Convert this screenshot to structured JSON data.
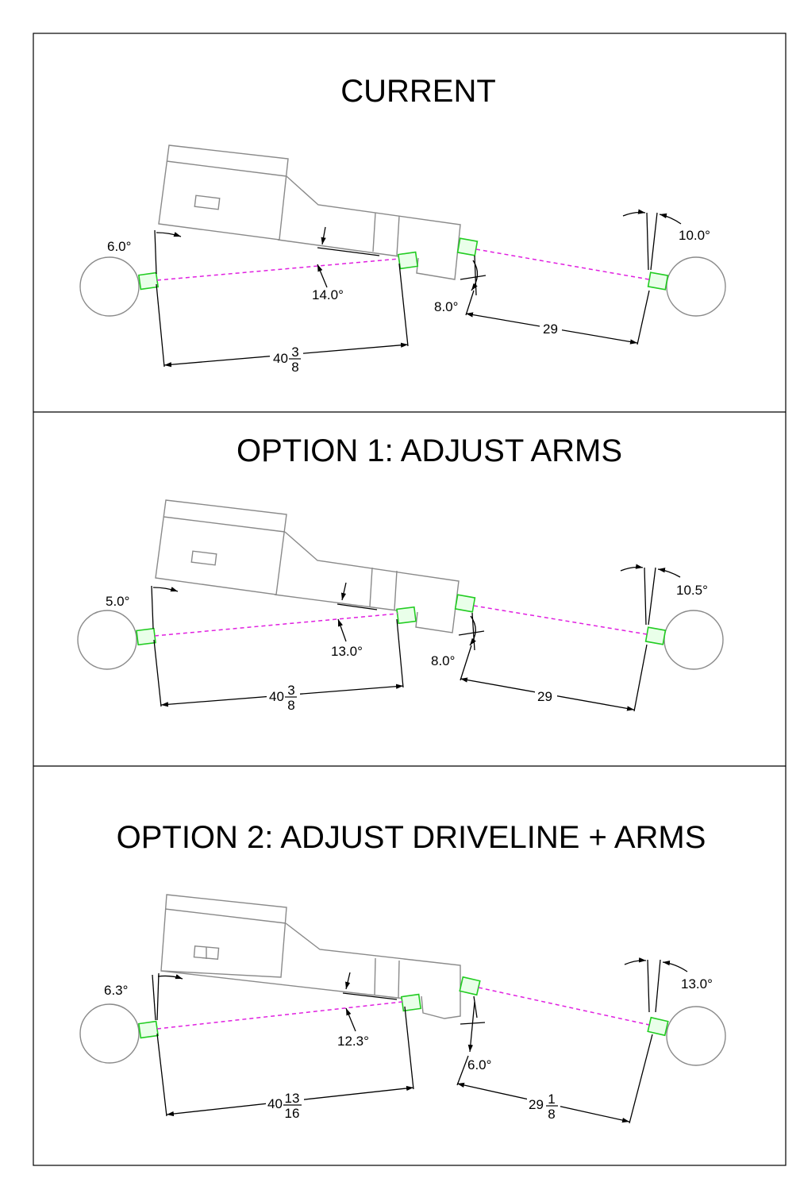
{
  "colors": {
    "driveshaft": "#e020e0",
    "u_joint": "#22cc22",
    "outline": "#8a8a8a",
    "dimension": "#000000"
  },
  "panels": [
    {
      "title": "CURRENT",
      "front_wheel_angle": "6.0°",
      "pinion_angle": "14.0°",
      "carrier_angle": "8.0°",
      "rear_wheel_angle": "10.0°",
      "front_length_whole": "40",
      "front_length_num": "3",
      "front_length_den": "8",
      "rear_length_whole": "29",
      "rear_length_num": "",
      "rear_length_den": ""
    },
    {
      "title": "OPTION 1: ADJUST ARMS",
      "front_wheel_angle": "5.0°",
      "pinion_angle": "13.0°",
      "carrier_angle": "8.0°",
      "rear_wheel_angle": "10.5°",
      "front_length_whole": "40",
      "front_length_num": "3",
      "front_length_den": "8",
      "rear_length_whole": "29",
      "rear_length_num": "",
      "rear_length_den": ""
    },
    {
      "title": "OPTION 2: ADJUST DRIVELINE + ARMS",
      "front_wheel_angle": "6.3°",
      "pinion_angle": "12.3°",
      "carrier_angle": "6.0°",
      "rear_wheel_angle": "13.0°",
      "front_length_whole": "40",
      "front_length_num": "13",
      "front_length_den": "16",
      "rear_length_whole": "29",
      "rear_length_num": "1",
      "rear_length_den": "8"
    }
  ]
}
